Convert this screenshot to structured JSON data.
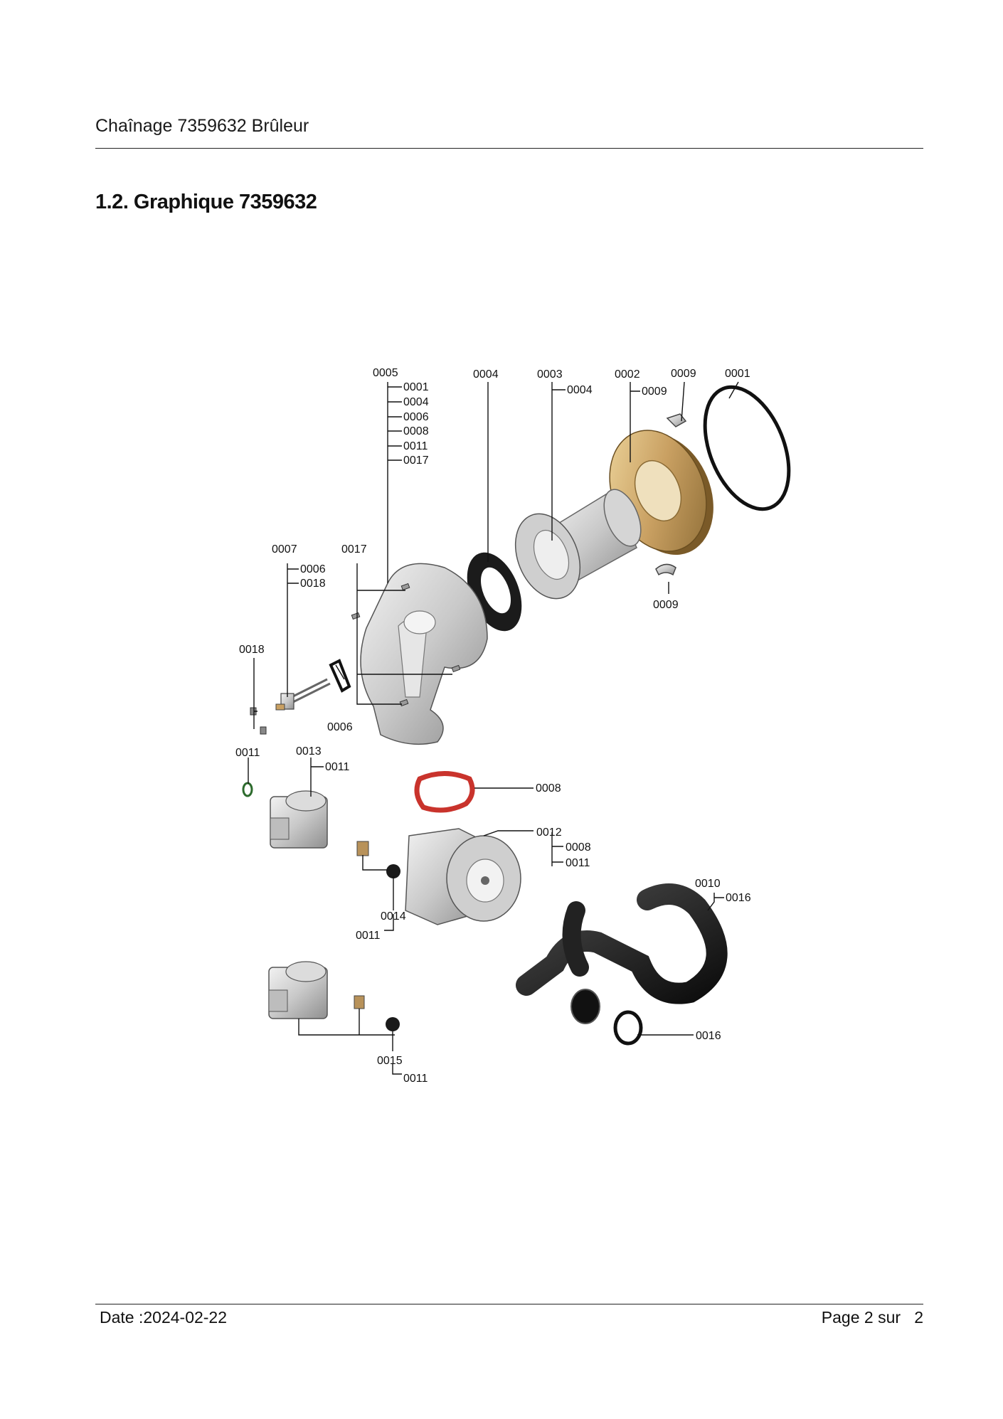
{
  "header": {
    "title": "Chaînage 7359632 Brûleur"
  },
  "section": {
    "title": "1.2. Graphique 7359632"
  },
  "diagram": {
    "labels": {
      "l0005": "0005",
      "l0005_1": "0001",
      "l0005_2": "0004",
      "l0005_3": "0006",
      "l0005_4": "0008",
      "l0005_5": "0011",
      "l0005_6": "0017",
      "l0004top": "0004",
      "l0003": "0003",
      "l0003_1": "0004",
      "l0002": "0002",
      "l0002_1": "0009",
      "l0009top": "0009",
      "l0001": "0001",
      "l0009mid": "0009",
      "l0007": "0007",
      "l0007_1": "0006",
      "l0007_2": "0018",
      "l0017": "0017",
      "l0018": "0018",
      "l0006": "0006",
      "l0011a": "0011",
      "l0013": "0013",
      "l0013_1": "0011",
      "l0008": "0008",
      "l0012": "0012",
      "l0012_1": "0008",
      "l0012_2": "0011",
      "l0010": "0010",
      "l0010_1": "0016",
      "l0014": "0014",
      "l0011b": "0011",
      "l0016": "0016",
      "l0015": "0015",
      "l0015_1": "0011"
    }
  },
  "footer": {
    "date": "Date :2024-02-22",
    "page_prefix": "Page 2 sur",
    "page_total": "2"
  }
}
